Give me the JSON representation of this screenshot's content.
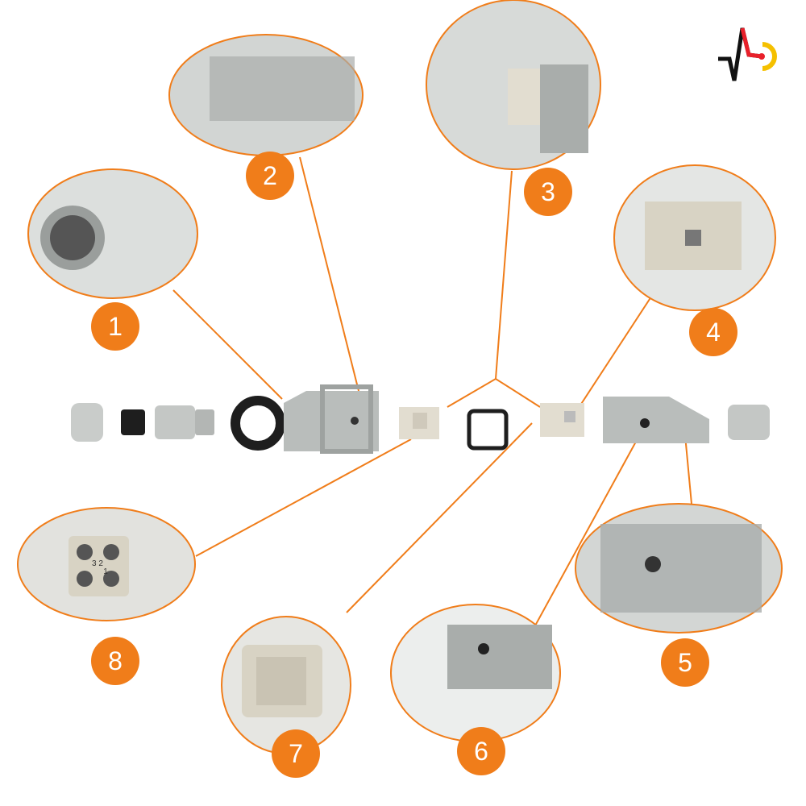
{
  "colors": {
    "accent": "#f07d1a",
    "housing": "#b9bdbb",
    "insert": "#e2ddd0",
    "rubber": "#1e1e1e",
    "logo_red": "#e8202a",
    "logo_yellow": "#f5c000",
    "logo_black": "#111111"
  },
  "logo": {
    "icon": "pulse-logo-icon"
  },
  "callouts": [
    {
      "number": "1",
      "subject": "cable-entry-thread"
    },
    {
      "number": "2",
      "subject": "locking-lever"
    },
    {
      "number": "3",
      "subject": "insert-in-housing"
    },
    {
      "number": "4",
      "subject": "insert-screw"
    },
    {
      "number": "5",
      "subject": "housing-screw"
    },
    {
      "number": "6",
      "subject": "insert-removed"
    },
    {
      "number": "7",
      "subject": "male-insert-pins"
    },
    {
      "number": "8",
      "subject": "female-insert-contacts"
    }
  ],
  "insert_labels": {
    "a": "3 2",
    "b": "1"
  }
}
